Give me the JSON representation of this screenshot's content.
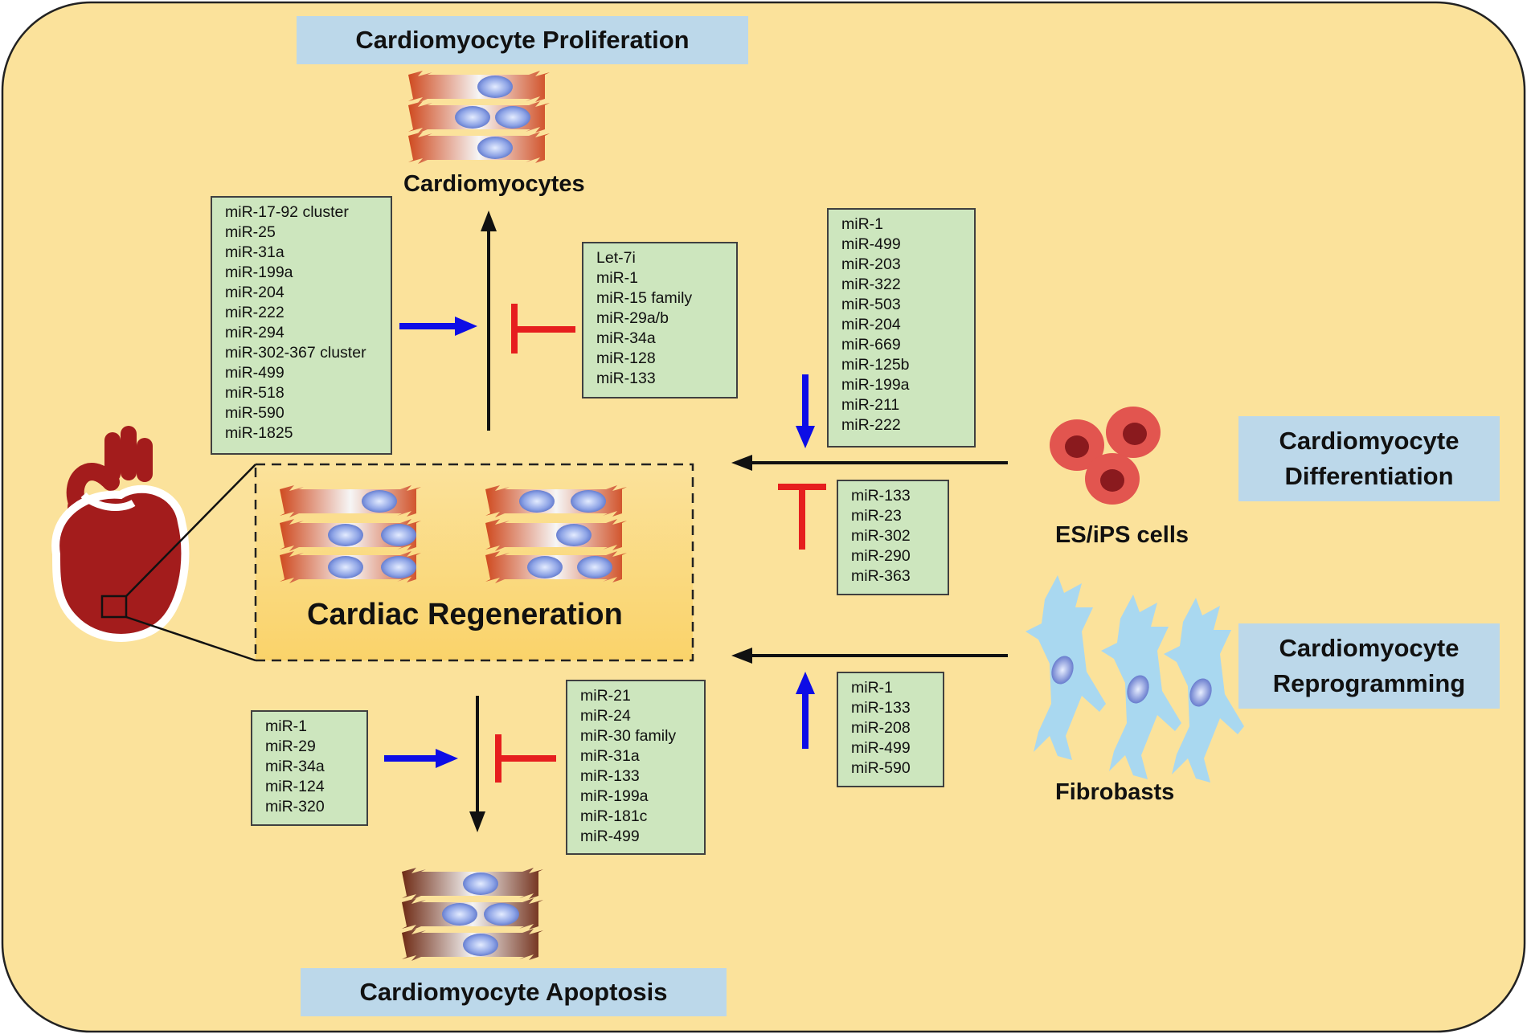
{
  "labels": {
    "proliferation": "Cardiomyocyte Proliferation",
    "cardiomyocytes": "Cardiomyocytes",
    "regeneration": "Cardiac Regeneration",
    "apoptosis": "Cardiomyocyte Apoptosis",
    "differentiation": [
      "Cardiomyocyte",
      "Differentiation"
    ],
    "reprogramming": [
      "Cardiomyocyte",
      "Reprogramming"
    ],
    "es_ips": "ES/iPS cells",
    "fibroblasts": "Fibrobasts"
  },
  "mirna_lists": {
    "proliferation_promote": [
      "miR-17-92 cluster",
      "miR-25",
      "miR-31a",
      "miR-199a",
      "miR-204",
      "miR-222",
      "miR-294",
      "miR-302-367 cluster",
      "miR-499",
      "miR-518",
      "miR-590",
      "miR-1825"
    ],
    "proliferation_inhibit": [
      "Let-7i",
      "miR-1",
      "miR-15 family",
      "miR-29a/b",
      "miR-34a",
      "miR-128",
      "miR-133"
    ],
    "differentiation_promote": [
      "miR-1",
      "miR-499",
      "miR-203",
      "miR-322",
      "miR-503",
      "miR-204",
      "miR-669",
      "miR-125b",
      "miR-199a",
      "miR-211",
      "miR-222"
    ],
    "differentiation_inhibit": [
      "miR-133",
      "miR-23",
      "miR-302",
      "miR-290",
      "miR-363"
    ],
    "reprogramming_promote": [
      "miR-1",
      "miR-133",
      "miR-208",
      "miR-499",
      "miR-590"
    ],
    "apoptosis_promote": [
      "miR-1",
      "miR-29",
      "miR-34a",
      "miR-124",
      "miR-320"
    ],
    "apoptosis_inhibit": [
      "miR-21",
      "miR-24",
      "miR-30 family",
      "miR-31a",
      "miR-133",
      "miR-199a",
      "miR-181c",
      "miR-499"
    ]
  },
  "colors": {
    "background": "#fbe29b",
    "label_box": "#bcd8ea",
    "mirna_box": "#cde6be",
    "promote_arrow": "#0d0de6",
    "inhibit_bar": "#e61e1e",
    "heart": "#a31c1c",
    "es_cell": "#e2554f",
    "fibroblast": "#a9d8f0"
  }
}
